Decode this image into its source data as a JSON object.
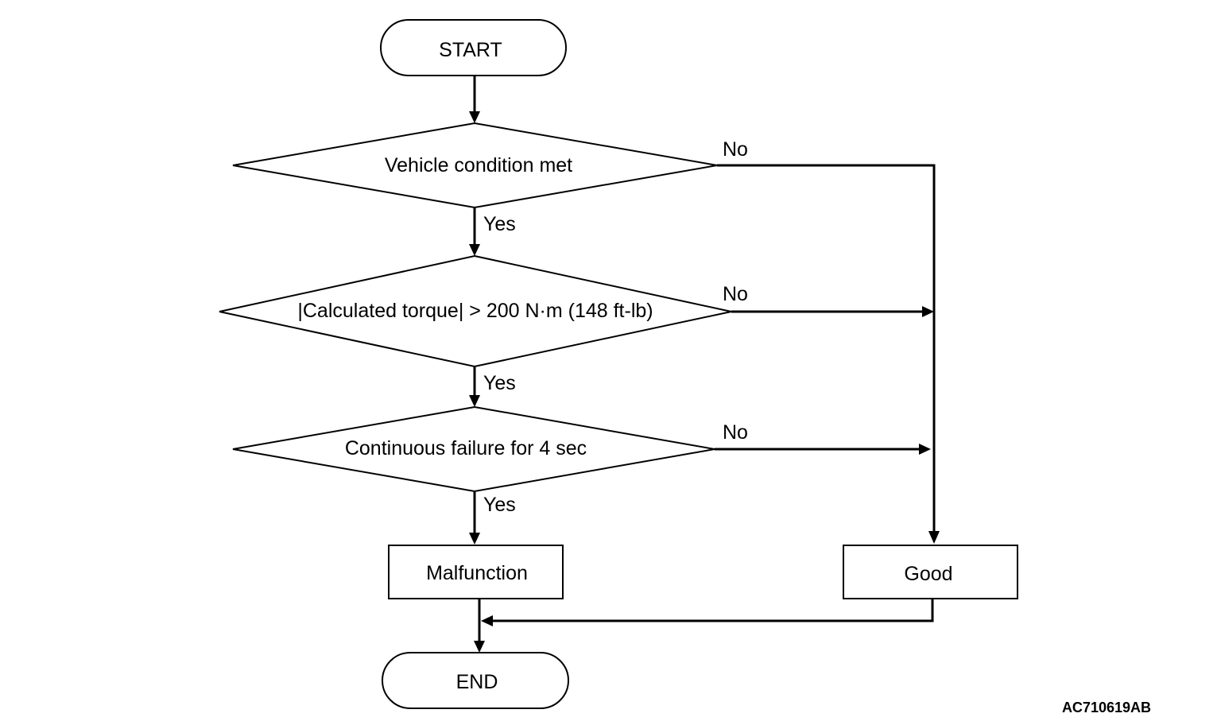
{
  "flowchart": {
    "start": "START",
    "decision_vehicle_condition": "Vehicle condition met",
    "decision_calculated_torque": "|Calculated torque| > 200 N·m (148 ft-lb)",
    "decision_continuous_failure": "Continuous failure for 4 sec",
    "result_malfunction": "Malfunction",
    "result_good": "Good",
    "end": "END"
  },
  "branch_labels": {
    "yes": "Yes",
    "no": "No"
  },
  "figure_code": "AC710619AB"
}
